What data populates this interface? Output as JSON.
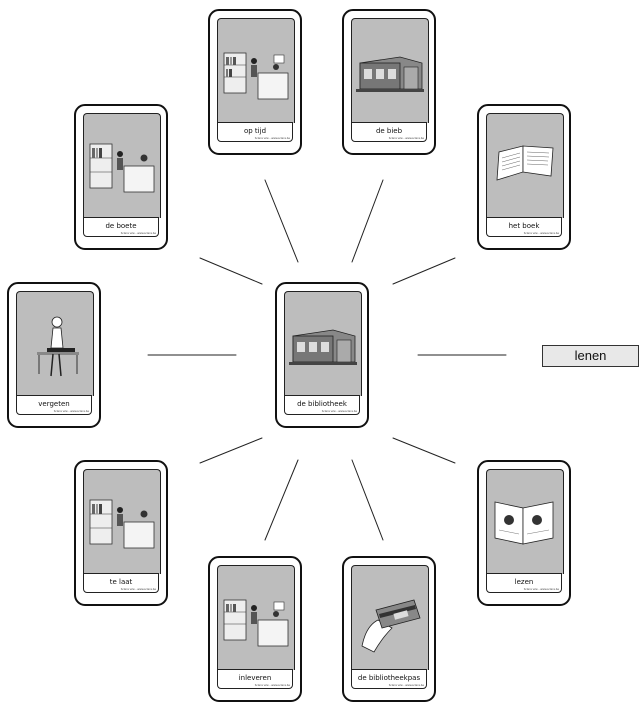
{
  "center": {
    "caption": "de bibliotheek",
    "copyright": "Sclera vzw - www.sclera.be",
    "icon": "library-building-icon"
  },
  "cards": [
    {
      "key": "top-left",
      "caption": "op tijd",
      "copyright": "Sclera vzw - www.sclera.be",
      "icon": "library-desk-icon"
    },
    {
      "key": "top-right",
      "caption": "de bieb",
      "copyright": "Sclera vzw - www.sclera.be",
      "icon": "library-building-icon"
    },
    {
      "key": "upper-right",
      "caption": "het boek",
      "copyright": "Sclera vzw - www.sclera.be",
      "icon": "open-book-icon"
    },
    {
      "key": "upper-left",
      "caption": "de boete",
      "copyright": "Sclera vzw - www.sclera.be",
      "icon": "library-desk-icon"
    },
    {
      "key": "left",
      "caption": "vergeten",
      "copyright": "Sclera vzw - www.sclera.be",
      "icon": "thinking-person-icon"
    },
    {
      "key": "lower-left",
      "caption": "te laat",
      "copyright": "Sclera vzw - www.sclera.be",
      "icon": "library-desk-icon"
    },
    {
      "key": "lower-right",
      "caption": "lezen",
      "copyright": "Sclera vzw - www.sclera.be",
      "icon": "reading-book-icon"
    },
    {
      "key": "bottom-left",
      "caption": "inleveren",
      "copyright": "Sclera vzw - www.sclera.be",
      "icon": "library-desk-icon"
    },
    {
      "key": "bottom-right",
      "caption": "de bibliotheekpas",
      "copyright": "Sclera vzw - www.sclera.be",
      "icon": "library-card-icon"
    }
  ],
  "verb_label": "lenen",
  "colors": {
    "picture_bg": "#bdbdbd",
    "label_box": "#e8e8e8",
    "card_border": "#111111"
  }
}
